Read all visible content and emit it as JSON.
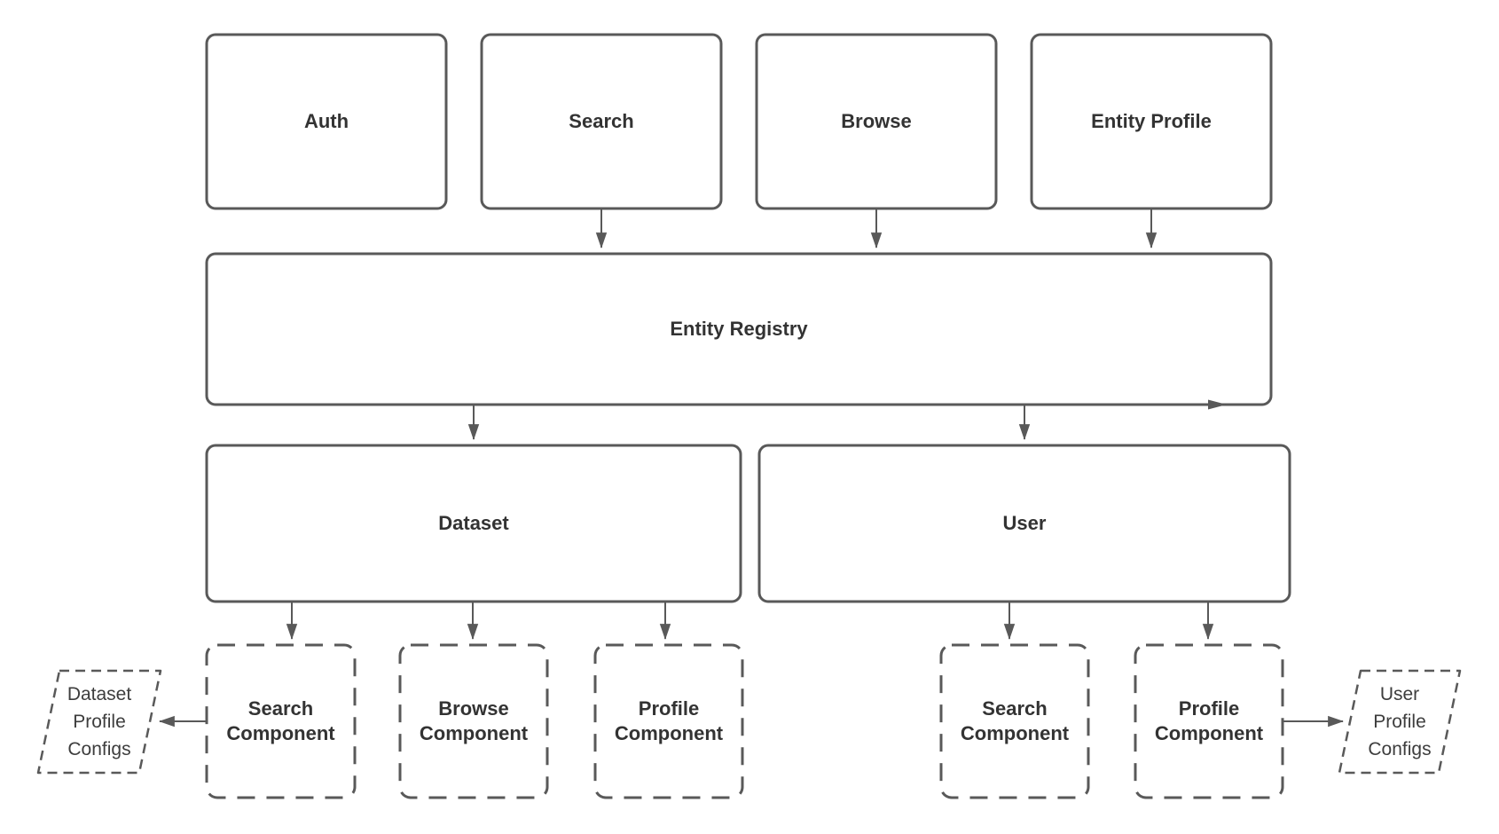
{
  "diagram": {
    "background_color": "#ffffff",
    "stroke_color": "#595959",
    "text_color": "#333333",
    "nodes": {
      "auth": {
        "label": "Auth"
      },
      "search": {
        "label": "Search"
      },
      "browse": {
        "label": "Browse"
      },
      "entity_profile": {
        "label": "Entity Profile"
      },
      "entity_registry": {
        "label": "Entity Registry"
      },
      "dataset": {
        "label": "Dataset"
      },
      "user": {
        "label": "User"
      },
      "dataset_search_component": {
        "line1": "Search",
        "line2": "Component"
      },
      "dataset_browse_component": {
        "line1": "Browse",
        "line2": "Component"
      },
      "dataset_profile_component": {
        "line1": "Profile",
        "line2": "Component"
      },
      "user_search_component": {
        "line1": "Search",
        "line2": "Component"
      },
      "user_profile_component": {
        "line1": "Profile",
        "line2": "Component"
      },
      "dataset_profile_configs": {
        "line1": "Dataset",
        "line2": "Profile",
        "line3": "Configs"
      },
      "user_profile_configs": {
        "line1": "User",
        "line2": "Profile",
        "line3": "Configs"
      }
    }
  }
}
